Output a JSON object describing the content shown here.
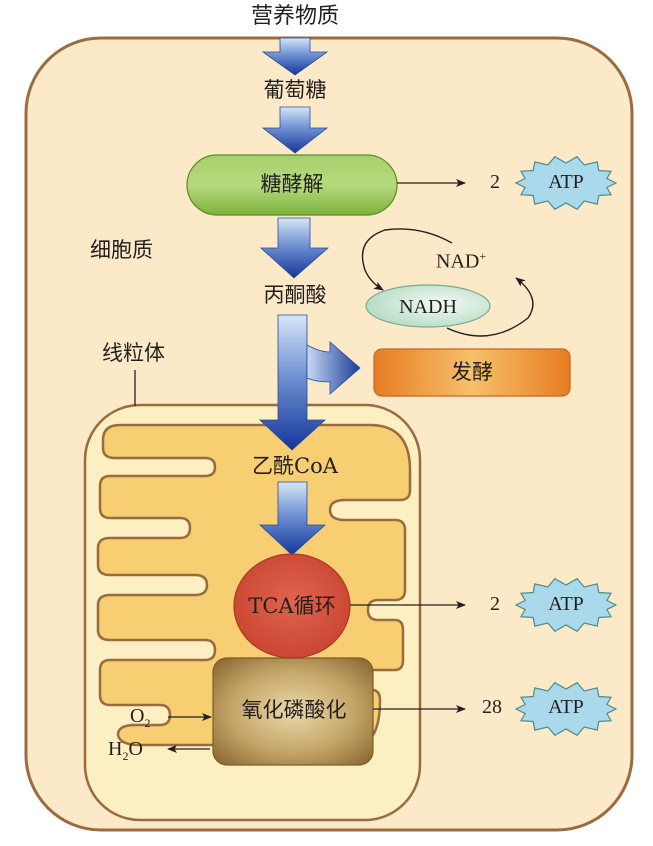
{
  "title": "细胞能量代谢示意图",
  "labels": {
    "nutrients": "营养物质",
    "glucose": "葡萄糖",
    "glycolysis": "糖酵解",
    "cytoplasm": "细胞质",
    "pyruvate": "丙酮酸",
    "mitochondrion": "线粒体",
    "fermentation": "发酵",
    "nadh": "NADH",
    "nad_plus": "NAD",
    "nad_plus_sup": "+",
    "acetyl_coa": "乙酰CoA",
    "tca_cycle": "TCA循环",
    "oxphos": "氧化磷酸化",
    "o2_base": "O",
    "o2_sub": "2",
    "h2o_h": "H",
    "h2o_sub": "2",
    "h2o_o": "O"
  },
  "atp_yields": [
    {
      "source": "糖酵解",
      "count": "2",
      "label": "ATP"
    },
    {
      "source": "TCA循环",
      "count": "2",
      "label": "ATP"
    },
    {
      "source": "氧化磷酸化",
      "count": "28",
      "label": "ATP"
    }
  ],
  "colors": {
    "cell_fill": "#fbe9c8",
    "cell_border": "#9b6b3f",
    "mito_outer_fill": "#fcf0c2",
    "mito_inner_fill": "#f7cf72",
    "membrane": "#9b6b3f",
    "arrow_blue_dark": "#1b3f9a",
    "arrow_blue_light": "#cfe0f5",
    "glycolysis_green": "#8cc04b",
    "nadh_fill": "#cfe9d9",
    "fermentation_orange": "#ea8a2a",
    "tca_red": "#d9503b",
    "oxphos_brown": "#a9874c",
    "atp_fill": "#a9d9ea",
    "atp_border": "#4f8c8c"
  }
}
